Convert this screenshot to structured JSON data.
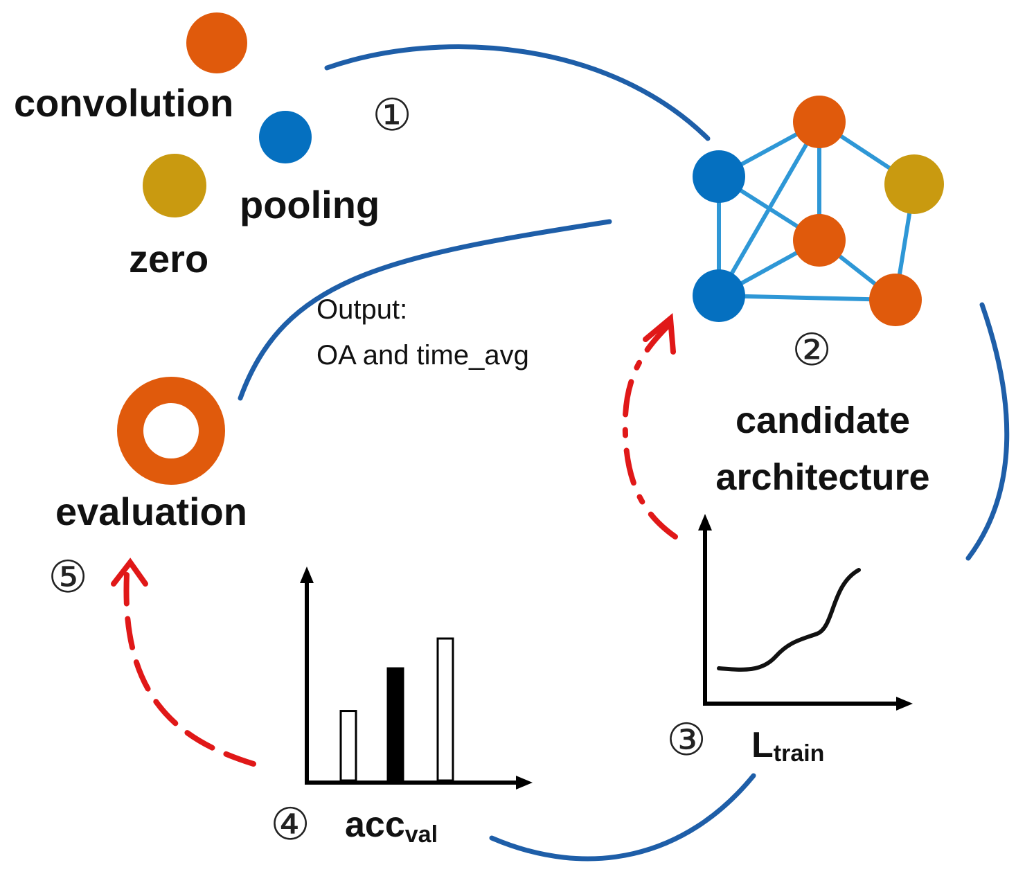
{
  "colors": {
    "conv": "#E05A0C",
    "pool": "#0570C0",
    "zero": "#C99A10",
    "edge": "#2E97D6",
    "arrow_blue": "#1E5EA8",
    "arrow_red": "#E01818",
    "axis": "#000000"
  },
  "legend": {
    "convolution": "convolution",
    "pooling": "pooling",
    "zero": "zero"
  },
  "steps": {
    "s1": "①",
    "s2": "②",
    "s3": "③",
    "s4": "④",
    "s5": "⑤"
  },
  "output_text": {
    "line1": "Output:",
    "line2": "OA and time_avg"
  },
  "candidate": {
    "line1": "candidate",
    "line2": "architecture"
  },
  "evaluation": "evaluation",
  "train_loss": {
    "base": "L",
    "sub": "train"
  },
  "val_acc": {
    "base": "acc",
    "sub": "val"
  },
  "bars": [
    {
      "value": 0.49,
      "filled": false
    },
    {
      "value": 0.79,
      "filled": true
    },
    {
      "value": 1.0,
      "filled": false
    }
  ]
}
